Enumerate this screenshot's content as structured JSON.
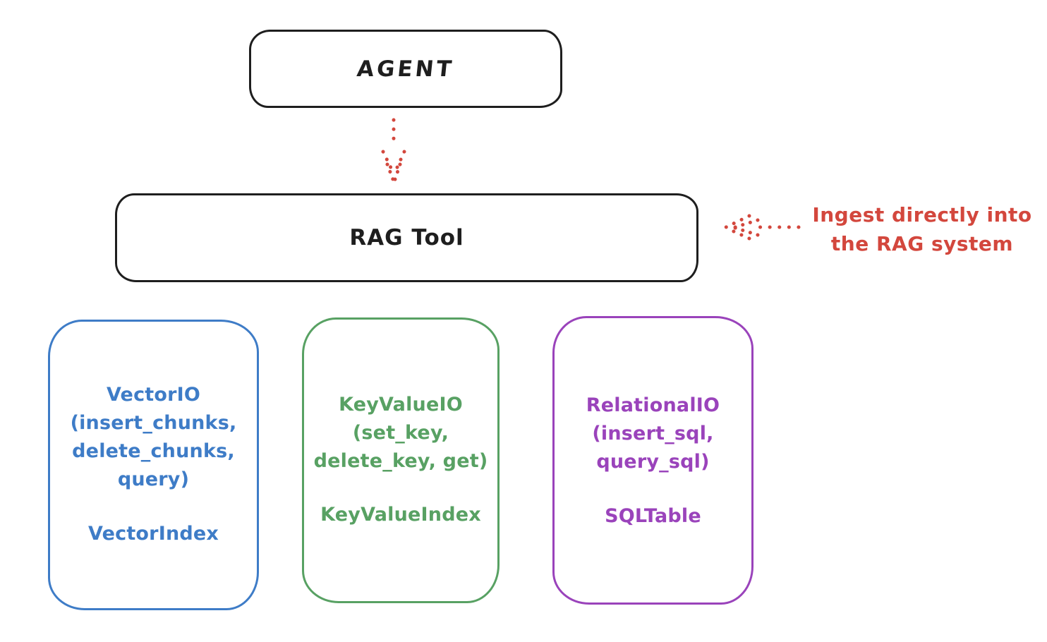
{
  "nodes": {
    "agent": {
      "label": "AGENT"
    },
    "rag_tool": {
      "label": "RAG Tool"
    }
  },
  "annotation": {
    "lines": [
      "Ingest directly into",
      "the RAG system"
    ],
    "color": "#d3473d"
  },
  "io_boxes": [
    {
      "id": "vector-io",
      "title_lines": [
        "VectorIO",
        "(insert_chunks,",
        "delete_chunks,",
        "query)"
      ],
      "index_label": "VectorIndex",
      "color": "#3e7cc7"
    },
    {
      "id": "key-value-io",
      "title_lines": [
        "KeyValueIO",
        "(set_key,",
        "delete_key, get)"
      ],
      "index_label": "KeyValueIndex",
      "color": "#58a163"
    },
    {
      "id": "relational-io",
      "title_lines": [
        "RelationalIO",
        "(insert_sql,",
        "query_sql)"
      ],
      "index_label": "SQLTable",
      "color": "#9a43bb"
    }
  ],
  "icons": {
    "agent_to_rag_arrow": "dotted-down-arrow",
    "ingest_arrow": "dotted-left-arrow"
  },
  "colors": {
    "stroke_black": "#1e1e1e",
    "accent_red": "#d3473d",
    "vector_blue": "#3e7cc7",
    "keyvalue_green": "#58a163",
    "relational_purple": "#9a43bb",
    "background": "#ffffff"
  }
}
